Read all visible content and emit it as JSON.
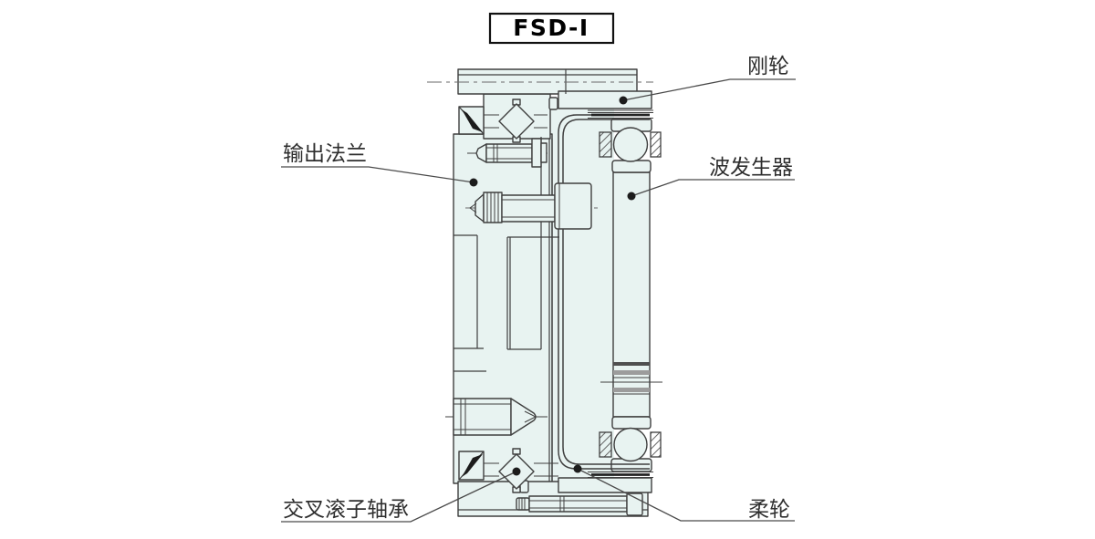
{
  "title": {
    "label": "FSD-I"
  },
  "labels": {
    "circular_spline": "刚轮",
    "output_flange": "输出法兰",
    "wave_generator": "波发生器",
    "crossed_roller_bearing": "交叉滚子轴承",
    "flexspline": "柔轮"
  },
  "colors": {
    "body_fill": "#e8f3f1",
    "line": "#3f3f3f",
    "label_text": "#2e2e2e",
    "leader": "#4a4a4a",
    "ink": "#1c1c1c",
    "band_dark": "#4f4f4f",
    "band_gray": "#9c9c9c",
    "title_border": "#111111",
    "background": "#ffffff"
  }
}
